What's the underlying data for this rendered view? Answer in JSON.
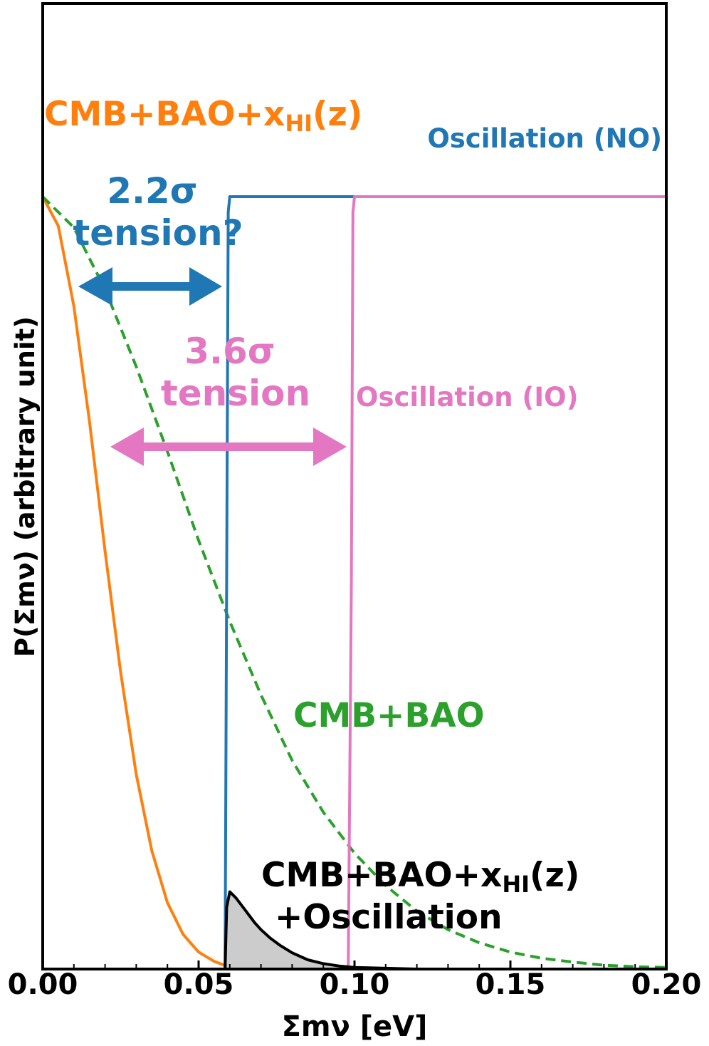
{
  "chart_data": {
    "type": "line",
    "xlabel": "Σmν [eV]",
    "ylabel": "P(Σmν) (arbitrary unit)",
    "xlim": [
      0.0,
      0.2
    ],
    "ylim": [
      0.0,
      1.25
    ],
    "x_ticks": [
      "0.00",
      "0.05",
      "0.10",
      "0.15",
      "0.20"
    ],
    "grid": false,
    "series": [
      {
        "name": "CMB+BAO+xHI(z)",
        "color": "#ff7f0e",
        "style": "solid",
        "x": [
          0.0,
          0.005,
          0.01,
          0.015,
          0.02,
          0.025,
          0.03,
          0.035,
          0.04,
          0.045,
          0.05,
          0.055,
          0.059
        ],
        "y": [
          1.0,
          0.962,
          0.858,
          0.709,
          0.541,
          0.384,
          0.252,
          0.153,
          0.086,
          0.045,
          0.022,
          0.01,
          0.004
        ]
      },
      {
        "name": "CMB+BAO",
        "color": "#2ca02c",
        "style": "dashed",
        "x": [
          0.0,
          0.01,
          0.02,
          0.03,
          0.04,
          0.05,
          0.06,
          0.07,
          0.08,
          0.09,
          0.1,
          0.11,
          0.12,
          0.13,
          0.14,
          0.15,
          0.16,
          0.17,
          0.18,
          0.19,
          0.2
        ],
        "y": [
          1.0,
          0.96,
          0.88,
          0.78,
          0.67,
          0.555,
          0.45,
          0.355,
          0.27,
          0.203,
          0.15,
          0.108,
          0.075,
          0.051,
          0.034,
          0.022,
          0.014,
          0.009,
          0.005,
          0.003,
          0.002
        ]
      },
      {
        "name": "Oscillation (NO)",
        "color": "#1f77b4",
        "style": "solid",
        "x": [
          0.0585,
          0.059,
          0.0595,
          0.06,
          0.2
        ],
        "y": [
          0.0,
          0.5,
          0.98,
          1.0,
          1.0
        ]
      },
      {
        "name": "Oscillation (IO)",
        "color": "#e377c2",
        "style": "solid",
        "x": [
          0.098,
          0.099,
          0.0995,
          0.1,
          0.2
        ],
        "y": [
          0.0,
          0.5,
          0.98,
          1.0,
          1.0
        ]
      },
      {
        "name": "CMB+BAO+xHI(z) +Oscillation",
        "color": "#000000",
        "style": "solid",
        "fill": "#cccccc",
        "x": [
          0.0585,
          0.059,
          0.06,
          0.062,
          0.065,
          0.068,
          0.07,
          0.073,
          0.076,
          0.08,
          0.085,
          0.09,
          0.095,
          0.1,
          0.11,
          0.12
        ],
        "y": [
          0.0,
          0.08,
          0.1,
          0.092,
          0.076,
          0.06,
          0.051,
          0.04,
          0.031,
          0.021,
          0.012,
          0.007,
          0.004,
          0.002,
          0.001,
          0.0
        ]
      }
    ],
    "annotations": {
      "orange_label_main": "CMB+BAO+x",
      "orange_label_sub": "HI",
      "orange_label_tail": "(z)",
      "no_label": "Oscillation (NO)",
      "io_label": "Oscillation (IO)",
      "green_label": "CMB+BAO",
      "tension1_value": "2.2σ",
      "tension1_text": "tension?",
      "tension2_value": "3.6σ",
      "tension2_text": "tension",
      "black_label_main": "CMB+BAO+x",
      "black_label_sub": "HI",
      "black_label_tail": "(z)",
      "black_label_line2": "+Oscillation"
    }
  }
}
